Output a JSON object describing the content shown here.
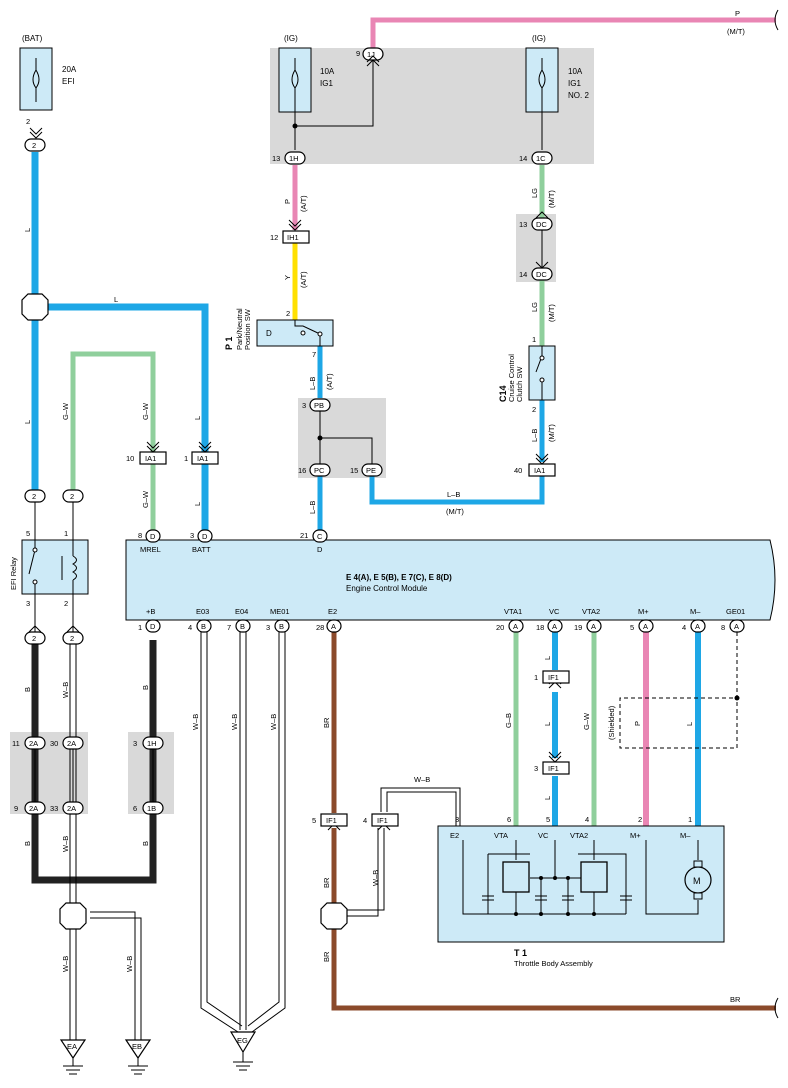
{
  "connectors": {
    "bat_fuse": {
      "source": "(BAT)",
      "rating": "20A",
      "name": "EFI",
      "pin": "2"
    },
    "ig_fuse1": {
      "source": "(IG)",
      "rating": "10A",
      "name": "IG1"
    },
    "ig_fuse2": {
      "source": "(IG)",
      "rating": "10A",
      "name1": "IG1",
      "name2": "NO. 2"
    },
    "j1": {
      "pin": "9",
      "label": "1J"
    },
    "h1": {
      "pin": "13",
      "label": "1H"
    },
    "c1": {
      "pin": "14",
      "label": "1C"
    },
    "ih1": {
      "pin": "12",
      "label": "IH1"
    },
    "dc_a": {
      "pin": "13",
      "label": "DC"
    },
    "dc_b": {
      "pin": "14",
      "label": "DC"
    },
    "pb": {
      "pin": "3",
      "label": "PB"
    },
    "pc": {
      "pin": "16",
      "label": "PC"
    },
    "pe": {
      "pin": "15",
      "label": "PE"
    },
    "ia1_a": {
      "pin": "10",
      "label": "IA1"
    },
    "ia1_b": {
      "pin": "1",
      "label": "IA1"
    },
    "ia1_c": {
      "pin": "40",
      "label": "IA1"
    },
    "relay_in1": {
      "label": "2"
    },
    "relay_in2": {
      "label": "2"
    },
    "relay_out1": {
      "label": "2"
    },
    "relay_out2": {
      "label": "2"
    },
    "j2a_top": {
      "pin": "11",
      "label": "2A"
    },
    "j2a_top2": {
      "pin": "30",
      "label": "2A"
    },
    "j2a_bot": {
      "pin": "9",
      "label": "2A"
    },
    "j2a_bot2": {
      "pin": "33",
      "label": "2A"
    },
    "j1h": {
      "pin": "3",
      "label": "1H"
    },
    "j1b": {
      "pin": "6",
      "label": "1B"
    },
    "if1_a": {
      "pin": "1",
      "label": "IF1"
    },
    "if1_b": {
      "pin": "3",
      "label": "IF1"
    },
    "if1_c": {
      "pin": "5",
      "label": "IF1"
    },
    "if1_d": {
      "pin": "4",
      "label": "IF1"
    }
  },
  "components": {
    "pnp_sw": {
      "id": "P 1",
      "name1": "Park/Neutral",
      "name2": "Position SW",
      "pin_top": "2",
      "pin_bot": "7",
      "contact": "D"
    },
    "cruise_sw": {
      "id": "C14",
      "name1": "Cruise Control",
      "name2": "Clutch SW",
      "pin_top": "1",
      "pin_bot": "2"
    },
    "efi_relay": {
      "name": "EFI Relay",
      "pin5": "5",
      "pin1": "1",
      "pin3": "3",
      "pin2": "2"
    },
    "ecm": {
      "title": "E 4(A), E 5(B), E 7(C), E 8(D)",
      "name": "Engine Control Module",
      "top_pins": [
        {
          "num": "8",
          "conn": "D",
          "name": "MREL"
        },
        {
          "num": "3",
          "conn": "D",
          "name": "BATT"
        },
        {
          "num": "21",
          "conn": "C",
          "name": "D"
        }
      ],
      "bottom_pins": [
        {
          "num": "1",
          "conn": "D",
          "name": "+B"
        },
        {
          "num": "4",
          "conn": "B",
          "name": "E03"
        },
        {
          "num": "7",
          "conn": "B",
          "name": "E04"
        },
        {
          "num": "3",
          "conn": "B",
          "name": "ME01"
        },
        {
          "num": "28",
          "conn": "A",
          "name": "E2"
        },
        {
          "num": "20",
          "conn": "A",
          "name": "VTA1"
        },
        {
          "num": "18",
          "conn": "A",
          "name": "VC"
        },
        {
          "num": "19",
          "conn": "A",
          "name": "VTA2"
        },
        {
          "num": "5",
          "conn": "A",
          "name": "M+"
        },
        {
          "num": "4",
          "conn": "A",
          "name": "M–"
        },
        {
          "num": "8",
          "conn": "A",
          "name": "GE01"
        }
      ]
    },
    "throttle": {
      "id": "T 1",
      "name": "Throttle Body Assembly",
      "pins": [
        {
          "num": "3",
          "name": "E2"
        },
        {
          "num": "6",
          "name": "VTA"
        },
        {
          "num": "5",
          "name": "VC"
        },
        {
          "num": "4",
          "name": "VTA2"
        },
        {
          "num": "2",
          "name": "M+"
        },
        {
          "num": "1",
          "name": "M–"
        }
      ],
      "motor": "M"
    },
    "shielded": "(Shielded)"
  },
  "wire_labels": {
    "p_top": "P",
    "mt_top": "(M/T)",
    "l_left": "L",
    "l_horiz": "L",
    "l_left2": "L",
    "gw1": "G–W",
    "gw2": "G–W",
    "gw3": "G–W",
    "l_batt1": "L",
    "l_batt2": "L",
    "p_at": "P",
    "at1": "(A/T)",
    "y_at": "Y",
    "at2": "(A/T)",
    "lb_at": "L–B",
    "at3": "(A/T)",
    "lb_d": "L–B",
    "lg1": "LG",
    "mt1": "(M/T)",
    "lg2": "LG",
    "mt2": "(M/T)",
    "lb_c14": "L–B",
    "mt3": "(M/T)",
    "lb_horiz": "L–B",
    "mt4": "(M/T)",
    "b1": "B",
    "wb1": "W–B",
    "b2": "B",
    "b3": "B",
    "wb2": "W–B",
    "b4": "B",
    "wb_e03": "W–B",
    "wb_e04": "W–B",
    "wb_me01": "W–B",
    "br1": "BR",
    "gb": "G–B",
    "l_vc1": "L",
    "l_vc2": "L",
    "l_vc3": "L",
    "gw_vta2": "G–W",
    "p_mplus": "P",
    "l_mminus": "L",
    "wb_if1": "W–B",
    "wb_if1b": "W–B",
    "br2": "BR",
    "br3": "BR",
    "br_right": "BR",
    "wb_ea": "W–B",
    "wb_eb": "W–B"
  },
  "grounds": {
    "ea": "EA",
    "eb": "EB",
    "eg": "EG"
  },
  "colors": {
    "L": "#1ea7e6",
    "P": "#e986b4",
    "G": "#8fcf9c",
    "Y": "#ffe000",
    "B": "#222222",
    "BR": "#8b4a2b",
    "component_fill": "#cdeaf7",
    "junction_gray": "#d9d9d9"
  }
}
